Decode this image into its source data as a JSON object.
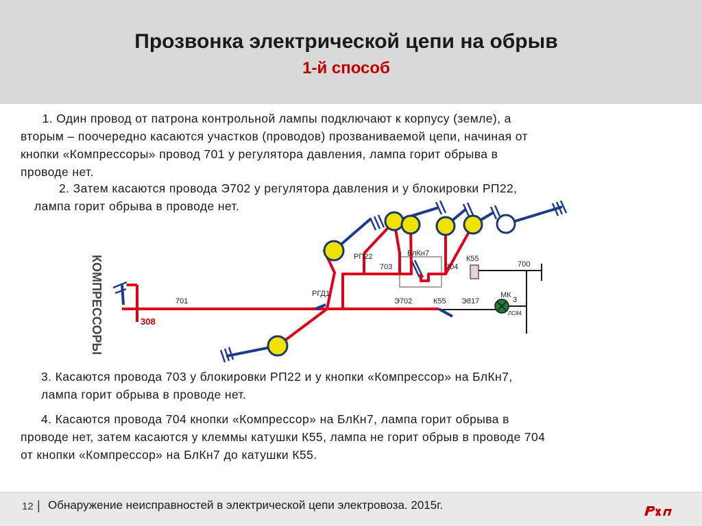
{
  "header": {
    "title": "Прозвонка электрической цепи на обрыв",
    "subtitle": "1-й способ"
  },
  "paragraphs": {
    "p1": "      1. Один провод от патрона контрольной лампы подключают к корпусу (земле), а\nвторым – поочередно касаются участков (проводов) прозваниваемой цепи, начиная от\nкнопки «Компрессоры» провод 701 у регулятора давления, лампа горит обрыва в\nпроводе нет.",
    "p2": "2. Затем касаются провода Э702 у регулятора давления и у блокировки РП22,\nлампа горит обрыва в проводе нет.",
    "p3": "3. Касаются провода 703 у блокировки РП22 и у кнопки «Компрессор» на БлКн7,\nлампа горит обрыва в проводе нет.",
    "p4": "4. Касаются провода 704 кнопки «Компрессор» на БлКн7, лампа горит обрыва в\nпроводе нет, затем касаются у клеммы катушки К55, лампа не горит обрыв в проводе 704\nот кнопки «Компрессор» на БлКн7 до катушки К55."
  },
  "diagram": {
    "vertical_label": "КОМПРЕССОРЫ",
    "labels": {
      "w701": "701",
      "w308": "308",
      "rgd1": "РГД1",
      "rp22": "РП22",
      "w703": "703",
      "blkn7": "БлКн7",
      "w704": "704",
      "k55_top": "К55",
      "w700": "700",
      "e702": "Э702",
      "k55": "К55",
      "e817": "Э817",
      "mk": "МК",
      "n3": "3",
      "ls84": "ЛС84"
    },
    "colors": {
      "wire_live": "#e0001a",
      "wire_dead": "#1a1a1a",
      "probe": "#1f3a8a",
      "lamp_on": "#f2e200",
      "lamp_off": "#ffffff",
      "indicator": "#1f7a3a"
    }
  },
  "footer": {
    "page": "12",
    "separator": "|",
    "text": "Обнаружение неисправностей в электрической цепи электровоза. 2015г.",
    "logo": "РЖД"
  }
}
